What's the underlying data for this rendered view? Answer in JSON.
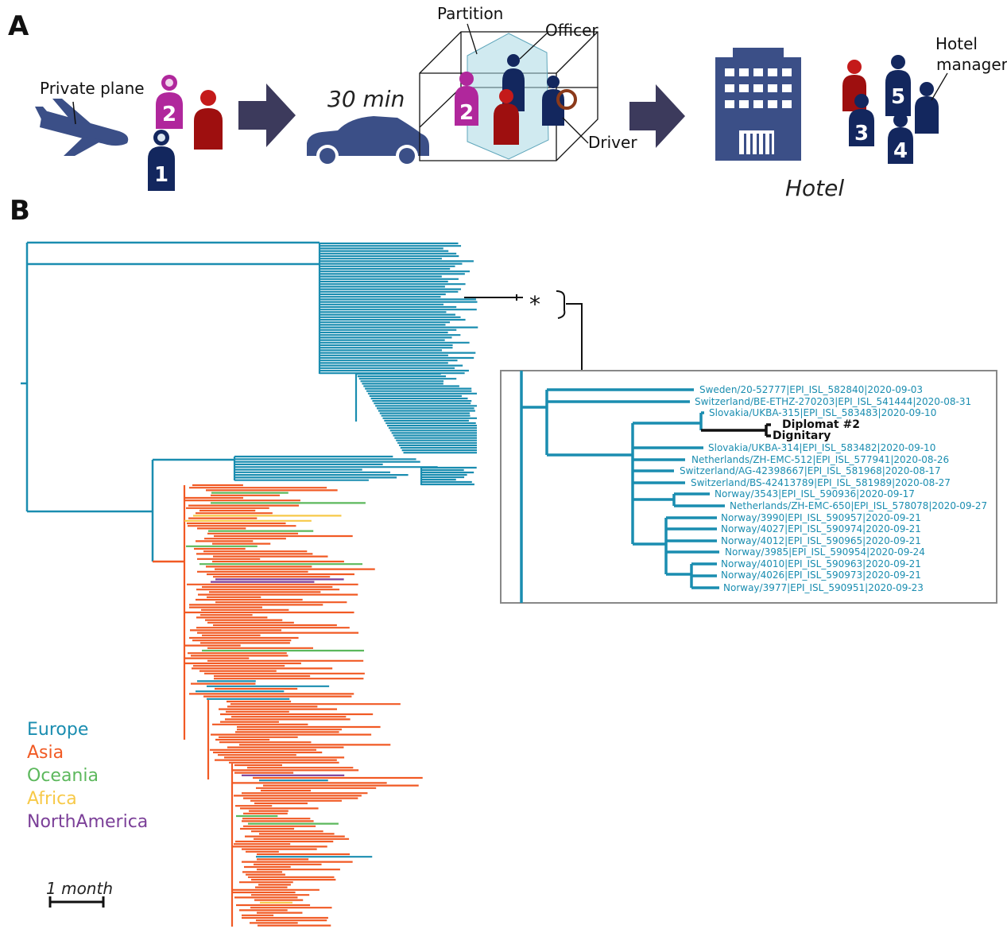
{
  "panel_a": {
    "label": "A",
    "labels": {
      "private_plane": "Private plane",
      "duration": "30 min",
      "partition": "Partition",
      "officer": "Officer",
      "driver": "Driver",
      "hotel": "Hotel",
      "hotel_manager_line1": "Hotel",
      "hotel_manager_line2": "manager"
    },
    "person_numbers": [
      "1",
      "2",
      "2",
      "3",
      "4",
      "5"
    ]
  },
  "panel_b": {
    "label": "B",
    "star": "*",
    "legend": [
      {
        "label": "Europe",
        "color": "#1a8db0"
      },
      {
        "label": "Asia",
        "color": "#f15a24"
      },
      {
        "label": "Oceania",
        "color": "#5cb85c"
      },
      {
        "label": "Africa",
        "color": "#f7c948"
      },
      {
        "label": "NorthAmerica",
        "color": "#7b3f98"
      }
    ],
    "scale_label": "1 month",
    "inset": {
      "color": "#1a8db0",
      "highlight_color": "#111111",
      "tips": [
        "Sweden/20-52777|EPI_ISL_582840|2020-09-03",
        "Switzerland/BE-ETHZ-270203|EPI_ISL_541444|2020-08-31",
        "Slovakia/UKBA-315|EPI_ISL_583483|2020-09-10",
        "Slovakia/UKBA-314|EPI_ISL_583482|2020-09-10",
        "Netherlands/ZH-EMC-512|EPI_ISL_577941|2020-08-26",
        "Switzerland/AG-42398667|EPI_ISL_581968|2020-08-17",
        "Switzerland/BS-42413789|EPI_ISL_581989|2020-08-27",
        "Norway/3543|EPI_ISL_590936|2020-09-17",
        "Netherlands/ZH-EMC-650|EPI_ISL_578078|2020-09-27",
        "Norway/3990|EPI_ISL_590957|2020-09-21",
        "Norway/4027|EPI_ISL_590974|2020-09-21",
        "Norway/4012|EPI_ISL_590965|2020-09-21",
        "Norway/3985|EPI_ISL_590954|2020-09-24",
        "Norway/4010|EPI_ISL_590963|2020-09-21",
        "Norway/4026|EPI_ISL_590973|2020-09-21",
        "Norway/3977|EPI_ISL_590951|2020-09-23"
      ],
      "highlight_tips": [
        "Diplomat #2",
        "Dignitary"
      ]
    }
  }
}
